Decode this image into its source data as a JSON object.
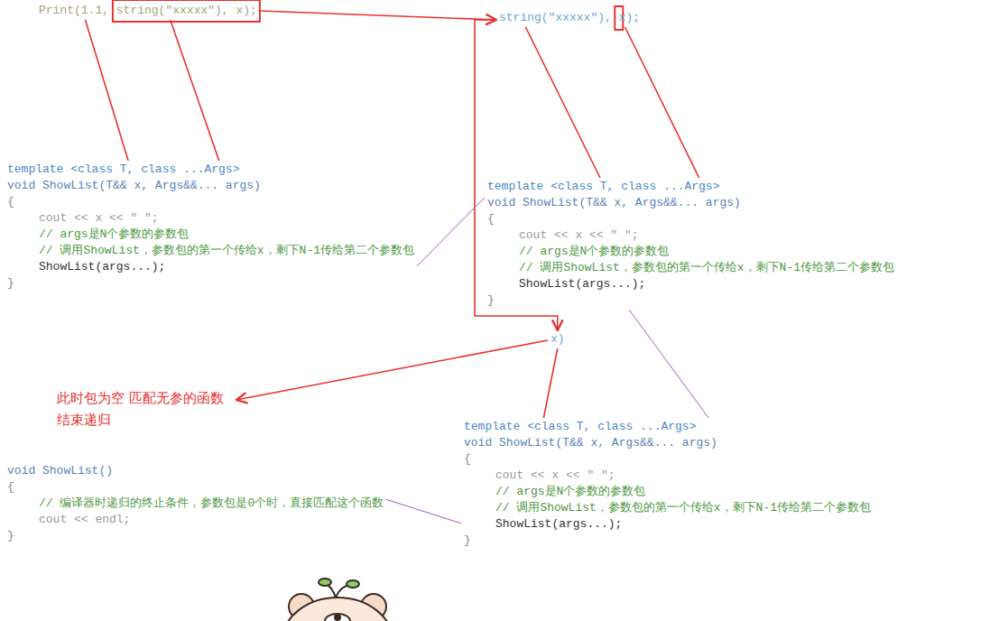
{
  "diagram": {
    "nodes": [
      {
        "text": [
          "Print(1.1, string(\"xxxxx\"), x);"
        ]
      },
      {
        "text": [
          "string(\"xxxxx\"), x);"
        ]
      },
      {
        "text": [
          "template <class T, class ...Args>",
          "void ShowList(T&& x, Args&&... args)",
          "{",
          "cout << x << \" \";",
          "// args是N个参数的参数包",
          "// 调用ShowList，参数包的第一个传给x，剩下N-1传给第二个参数包",
          "ShowList(args...);",
          "}"
        ]
      },
      {
        "text": [
          "template <class T, class ...Args>",
          "void ShowList(T&& x, Args&&... args)",
          "{",
          "cout << x << \" \";",
          "// args是N个参数的参数包",
          "// 调用ShowList，参数包的第一个传给x，剩下N-1传给第二个参数包",
          "ShowList(args...);",
          "}"
        ]
      },
      {
        "text": [
          "x)"
        ]
      },
      {
        "text": [
          "此时包为空 匹配无参的函数 结束递归"
        ]
      },
      {
        "text": [
          "template <class T, class ...Args>",
          "void ShowList(T&& x, Args&&... args)",
          "{",
          "cout << x << \" \";",
          "// args是N个参数的参数包",
          "// 调用ShowList，参数包的第一个传给x，剩下N-1传给第二个参数包",
          "ShowList(args...);",
          "}"
        ]
      },
      {
        "text": [
          "void ShowList()",
          "{",
          "// 编译器时递归的终止条件，参数包是0个时，直接匹配这个函数",
          "cout << endl;",
          "}"
        ]
      }
    ],
    "edges": [
      {
        "from": 0,
        "to": 1,
        "arrow": "to"
      },
      {
        "from": 0,
        "to": 2,
        "arrow": "none"
      },
      {
        "from": 0,
        "to": 2,
        "arrow": "none"
      },
      {
        "from": 1,
        "to": 3,
        "arrow": "none"
      },
      {
        "from": 1,
        "to": 3,
        "arrow": "none"
      },
      {
        "from": 1,
        "to": 4,
        "arrow": "to"
      },
      {
        "from": 4,
        "to": 5,
        "arrow": "to"
      },
      {
        "from": 4,
        "to": 6,
        "arrow": "none"
      },
      {
        "from": 2,
        "to": 3,
        "arrow": "none"
      },
      {
        "from": 3,
        "to": 6,
        "arrow": "none"
      },
      {
        "from": 6,
        "to": 7,
        "arrow": "none"
      }
    ]
  }
}
